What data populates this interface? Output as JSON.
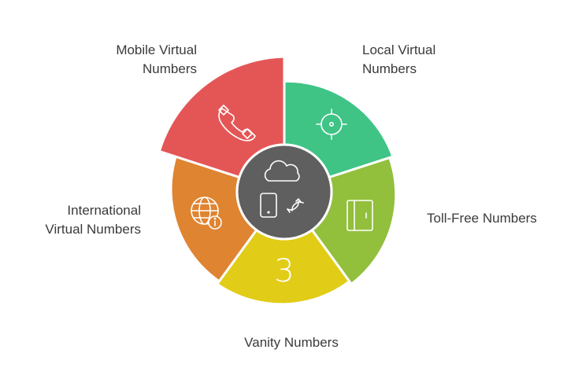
{
  "segments": [
    {
      "id": "local",
      "label_lines": [
        "Local Virtual",
        "Numbers"
      ],
      "color": "#3fc486",
      "icon": "target-icon"
    },
    {
      "id": "toll-free",
      "label_lines": [
        "Toll-Free Numbers"
      ],
      "color": "#92bf3c",
      "icon": "book-icon"
    },
    {
      "id": "vanity",
      "label_lines": [
        "Vanity Numbers"
      ],
      "color": "#e1cc17",
      "icon": "number-three-icon",
      "icon_text": "3"
    },
    {
      "id": "international",
      "label_lines": [
        "International",
        "Virtual Numbers"
      ],
      "color": "#df8431",
      "icon": "globe-info-icon"
    },
    {
      "id": "mobile",
      "label_lines": [
        "Mobile Virtual",
        "Numbers"
      ],
      "color": "#e45656",
      "icon": "phone-icon"
    }
  ],
  "center": {
    "color": "#5f5f5f",
    "icon": "cloud-sync-device-icon"
  }
}
